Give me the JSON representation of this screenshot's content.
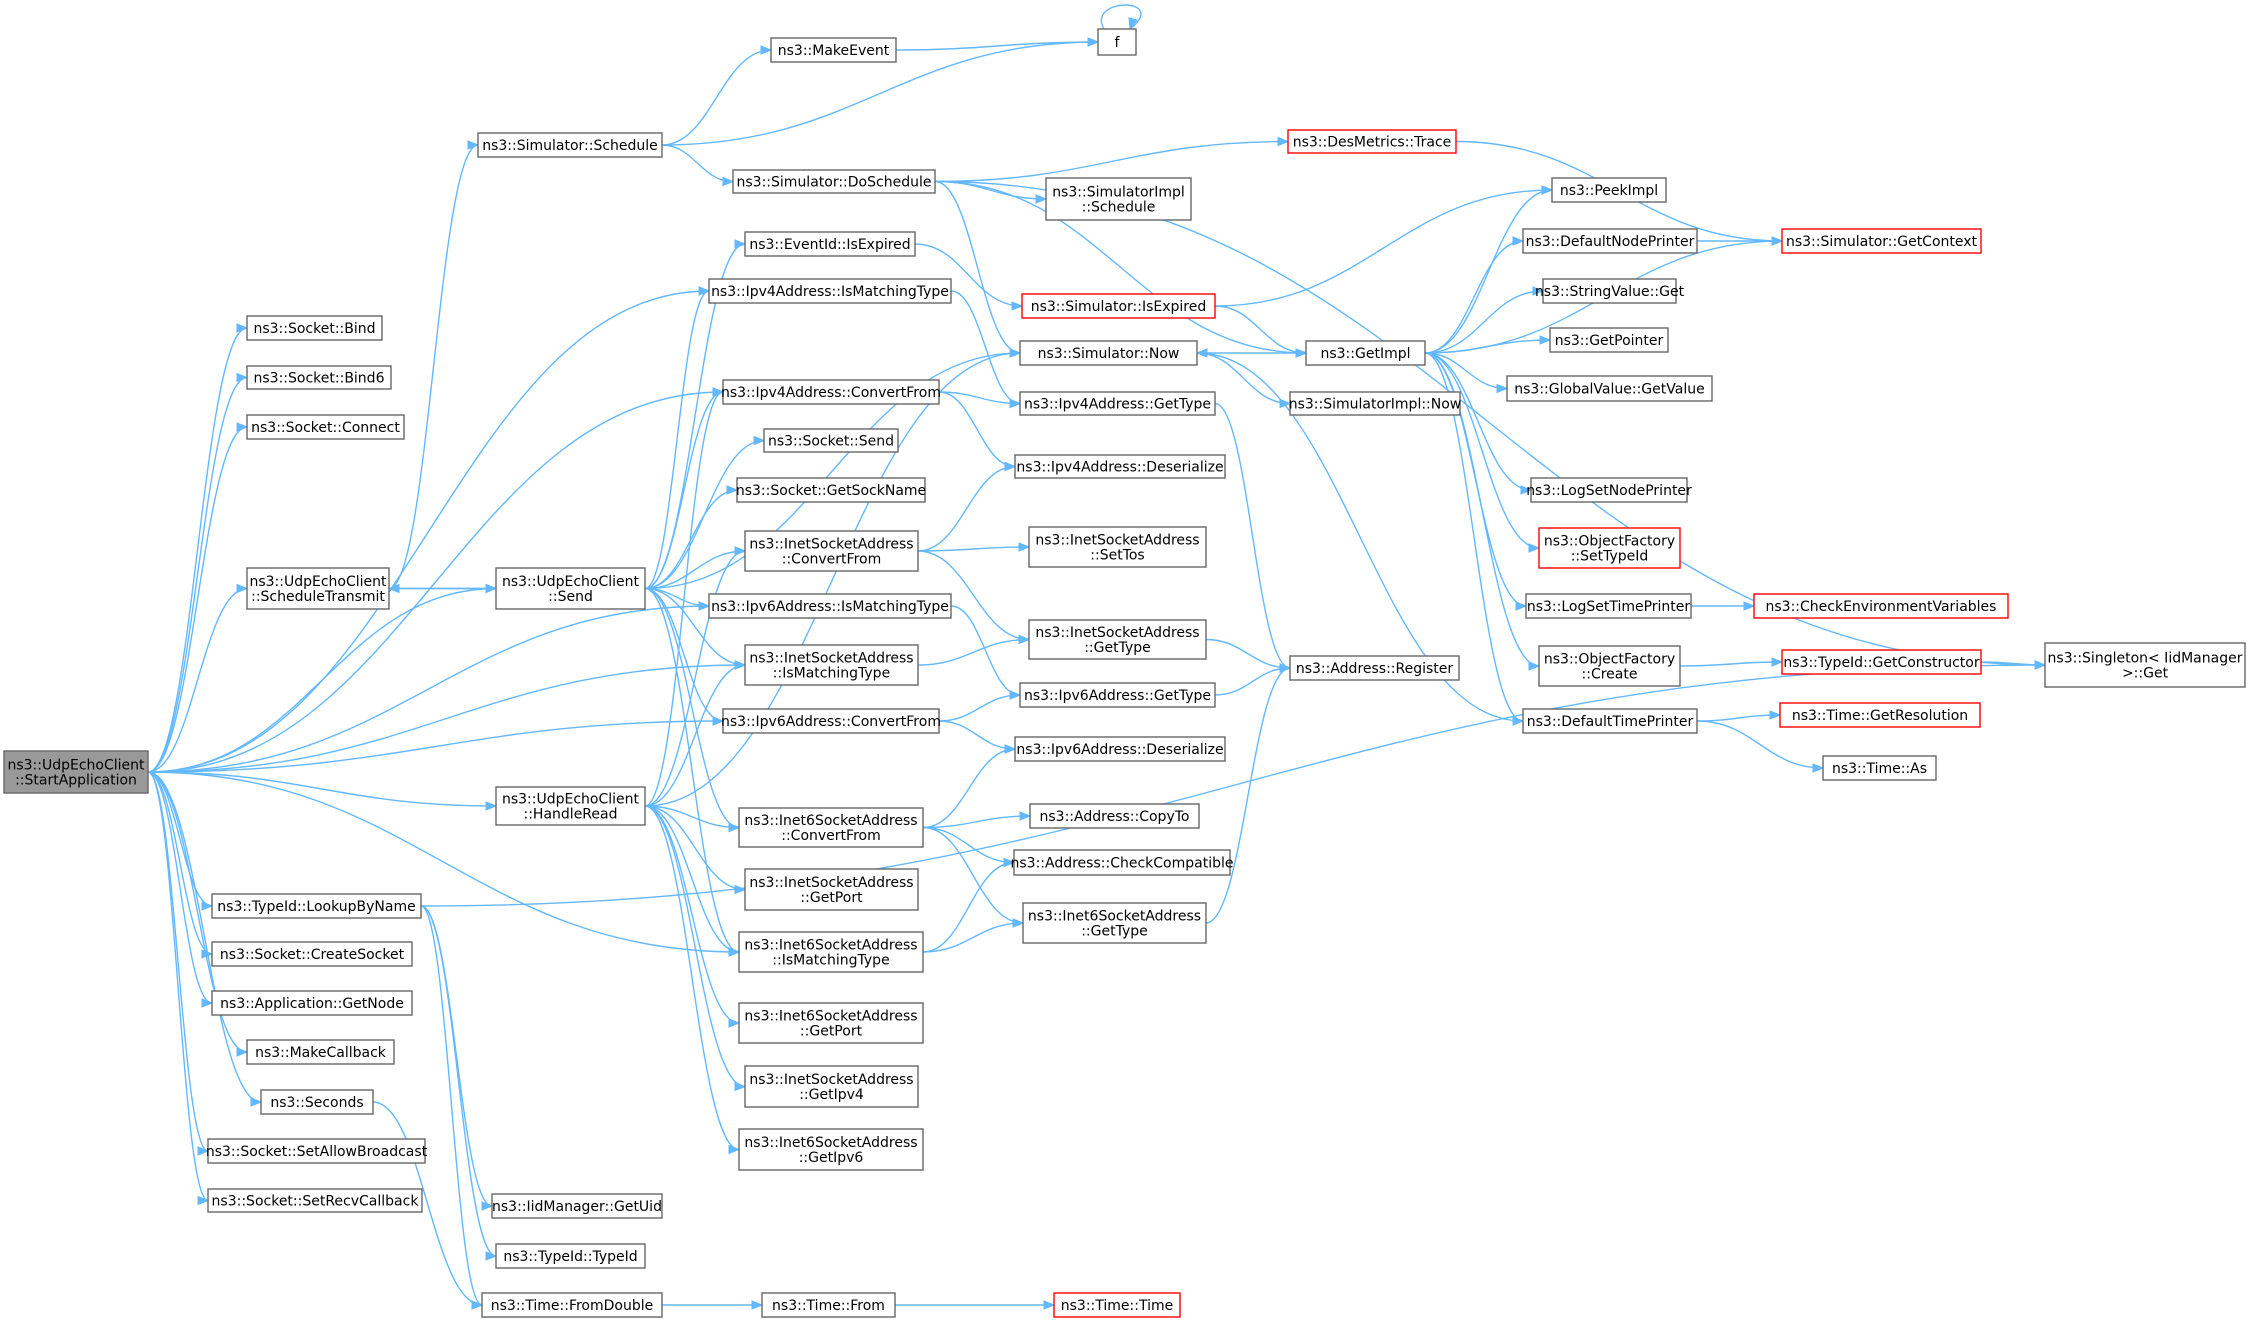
{
  "diagram": {
    "kind": "call-graph",
    "colors": {
      "edge": "#63b8ff",
      "node_border": "#666666",
      "node_border_truncated": "#ff0000",
      "root_fill": "#999999"
    },
    "nodes": [
      {
        "id": "root",
        "lines": [
          "ns3::UdpEchoClient",
          "::StartApplication"
        ],
        "style": "root"
      },
      {
        "id": "bind",
        "lines": [
          "ns3::Socket::Bind"
        ]
      },
      {
        "id": "bind6",
        "lines": [
          "ns3::Socket::Bind6"
        ]
      },
      {
        "id": "connect",
        "lines": [
          "ns3::Socket::Connect"
        ]
      },
      {
        "id": "schedtx",
        "lines": [
          "ns3::UdpEchoClient",
          "::ScheduleTransmit"
        ]
      },
      {
        "id": "send",
        "lines": [
          "ns3::UdpEchoClient",
          "::Send"
        ]
      },
      {
        "id": "handleread",
        "lines": [
          "ns3::UdpEchoClient",
          "::HandleRead"
        ]
      },
      {
        "id": "lookup",
        "lines": [
          "ns3::TypeId::LookupByName"
        ]
      },
      {
        "id": "createsocket",
        "lines": [
          "ns3::Socket::CreateSocket"
        ]
      },
      {
        "id": "getnode",
        "lines": [
          "ns3::Application::GetNode"
        ]
      },
      {
        "id": "makecallback",
        "lines": [
          "ns3::MakeCallback"
        ]
      },
      {
        "id": "seconds",
        "lines": [
          "ns3::Seconds"
        ]
      },
      {
        "id": "allowbcast",
        "lines": [
          "ns3::Socket::SetAllowBroadcast"
        ]
      },
      {
        "id": "recvcb",
        "lines": [
          "ns3::Socket::SetRecvCallback"
        ]
      },
      {
        "id": "schedule",
        "lines": [
          "ns3::Simulator::Schedule"
        ]
      },
      {
        "id": "makeevent",
        "lines": [
          "ns3::MakeEvent"
        ]
      },
      {
        "id": "f",
        "lines": [
          "f"
        ]
      },
      {
        "id": "doschedule",
        "lines": [
          "ns3::Simulator::DoSchedule"
        ]
      },
      {
        "id": "isexpired_e",
        "lines": [
          "ns3::EventId::IsExpired"
        ]
      },
      {
        "id": "ipv4match",
        "lines": [
          "ns3::Ipv4Address::IsMatchingType"
        ]
      },
      {
        "id": "ipv4conv",
        "lines": [
          "ns3::Ipv4Address::ConvertFrom"
        ]
      },
      {
        "id": "socksend",
        "lines": [
          "ns3::Socket::Send"
        ]
      },
      {
        "id": "getsockname",
        "lines": [
          "ns3::Socket::GetSockName"
        ]
      },
      {
        "id": "inetconv",
        "lines": [
          "ns3::InetSocketAddress",
          "::ConvertFrom"
        ]
      },
      {
        "id": "ipv6match",
        "lines": [
          "ns3::Ipv6Address::IsMatchingType"
        ]
      },
      {
        "id": "inetmatch",
        "lines": [
          "ns3::InetSocketAddress",
          "::IsMatchingType"
        ]
      },
      {
        "id": "ipv6conv",
        "lines": [
          "ns3::Ipv6Address::ConvertFrom"
        ]
      },
      {
        "id": "inet6conv",
        "lines": [
          "ns3::Inet6SocketAddress",
          "::ConvertFrom"
        ]
      },
      {
        "id": "inetport",
        "lines": [
          "ns3::InetSocketAddress",
          "::GetPort"
        ]
      },
      {
        "id": "inet6match",
        "lines": [
          "ns3::Inet6SocketAddress",
          "::IsMatchingType"
        ]
      },
      {
        "id": "inet6port",
        "lines": [
          "ns3::Inet6SocketAddress",
          "::GetPort"
        ]
      },
      {
        "id": "inetipv4",
        "lines": [
          "ns3::InetSocketAddress",
          "::GetIpv4"
        ]
      },
      {
        "id": "inet6ipv6",
        "lines": [
          "ns3::Inet6SocketAddress",
          "::GetIpv6"
        ]
      },
      {
        "id": "iidgetuid",
        "lines": [
          "ns3::IidManager::GetUid"
        ]
      },
      {
        "id": "typeidctor",
        "lines": [
          "ns3::TypeId::TypeId"
        ]
      },
      {
        "id": "fromdouble",
        "lines": [
          "ns3::Time::FromDouble"
        ]
      },
      {
        "id": "timefrom",
        "lines": [
          "ns3::Time::From"
        ]
      },
      {
        "id": "timetime",
        "lines": [
          "ns3::Time::Time"
        ],
        "style": "red"
      },
      {
        "id": "desmetrics",
        "lines": [
          "ns3::DesMetrics::Trace"
        ],
        "style": "red"
      },
      {
        "id": "simimplsched",
        "lines": [
          "ns3::SimulatorImpl",
          "::Schedule"
        ]
      },
      {
        "id": "simisexpired",
        "lines": [
          "ns3::Simulator::IsExpired"
        ],
        "style": "red"
      },
      {
        "id": "simnow",
        "lines": [
          "ns3::Simulator::Now"
        ]
      },
      {
        "id": "ipv4gettype",
        "lines": [
          "ns3::Ipv4Address::GetType"
        ]
      },
      {
        "id": "ipv4deser",
        "lines": [
          "ns3::Ipv4Address::Deserialize"
        ]
      },
      {
        "id": "inetsettos",
        "lines": [
          "ns3::InetSocketAddress",
          "::SetTos"
        ]
      },
      {
        "id": "inetgettype",
        "lines": [
          "ns3::InetSocketAddress",
          "::GetType"
        ]
      },
      {
        "id": "ipv6gettype",
        "lines": [
          "ns3::Ipv6Address::GetType"
        ]
      },
      {
        "id": "ipv6deser",
        "lines": [
          "ns3::Ipv6Address::Deserialize"
        ]
      },
      {
        "id": "copyto",
        "lines": [
          "ns3::Address::CopyTo"
        ]
      },
      {
        "id": "checkcompat",
        "lines": [
          "ns3::Address::CheckCompatible"
        ]
      },
      {
        "id": "inet6gettype",
        "lines": [
          "ns3::Inet6SocketAddress",
          "::GetType"
        ]
      },
      {
        "id": "simimplnow",
        "lines": [
          "ns3::SimulatorImpl::Now"
        ]
      },
      {
        "id": "register",
        "lines": [
          "ns3::Address::Register"
        ]
      },
      {
        "id": "getimpl",
        "lines": [
          "ns3::GetImpl"
        ]
      },
      {
        "id": "peekimpl",
        "lines": [
          "ns3::PeekImpl"
        ]
      },
      {
        "id": "defnodeprinter",
        "lines": [
          "ns3::DefaultNodePrinter"
        ]
      },
      {
        "id": "stringget",
        "lines": [
          "ns3::StringValue::Get"
        ]
      },
      {
        "id": "getpointer",
        "lines": [
          "ns3::GetPointer"
        ]
      },
      {
        "id": "globalget",
        "lines": [
          "ns3::GlobalValue::GetValue"
        ]
      },
      {
        "id": "logsetnode",
        "lines": [
          "ns3::LogSetNodePrinter"
        ]
      },
      {
        "id": "objfactsettype",
        "lines": [
          "ns3::ObjectFactory",
          "::SetTypeId"
        ],
        "style": "red"
      },
      {
        "id": "logsettime",
        "lines": [
          "ns3::LogSetTimePrinter"
        ]
      },
      {
        "id": "objfactcreate",
        "lines": [
          "ns3::ObjectFactory",
          "::Create"
        ]
      },
      {
        "id": "deftimeprinter",
        "lines": [
          "ns3::DefaultTimePrinter"
        ]
      },
      {
        "id": "getcontext",
        "lines": [
          "ns3::Simulator::GetContext"
        ],
        "style": "red"
      },
      {
        "id": "checkenv",
        "lines": [
          "ns3::CheckEnvironmentVariables"
        ],
        "style": "red"
      },
      {
        "id": "getctor",
        "lines": [
          "ns3::TypeId::GetConstructor"
        ],
        "style": "red"
      },
      {
        "id": "getres",
        "lines": [
          "ns3::Time::GetResolution"
        ],
        "style": "red"
      },
      {
        "id": "timeas",
        "lines": [
          "ns3::Time::As"
        ]
      },
      {
        "id": "singleton",
        "lines": [
          "ns3::Singleton< IidManager",
          " >::Get"
        ]
      }
    ]
  }
}
